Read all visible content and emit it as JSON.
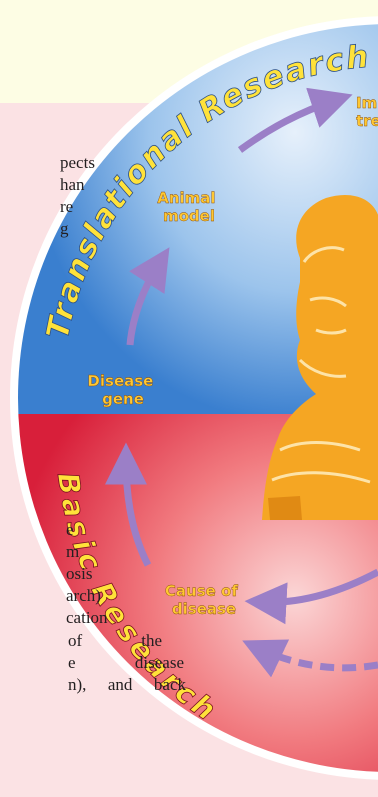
{
  "diagram": {
    "arc_labels": {
      "top": "Translational Research",
      "bottom": "Basic Research"
    },
    "nodes": {
      "animal_model": [
        "Animal",
        "model"
      ],
      "disease_gene": [
        "Disease",
        "gene"
      ],
      "cause_of_disease": [
        "Cause of",
        "disease"
      ],
      "improved_treatment_partial": [
        "Im",
        "tre"
      ]
    }
  },
  "text_left_upper": [
    "pects",
    "han",
    "re",
    "g"
  ],
  "text_left_lower": [
    "e",
    "m",
    "osis",
    "arch)",
    "cation",
    [
      "of",
      "the"
    ],
    [
      "e",
      "disease"
    ],
    [
      "n),",
      "and",
      "back"
    ]
  ],
  "colors": {
    "top_half": "#5b9ad8",
    "bottom_half": "#e8384a",
    "arc_text": "#ffe23a",
    "node_text": "#ffc832",
    "arrow": "#9b7fc7",
    "portrait": "#f5a623"
  }
}
